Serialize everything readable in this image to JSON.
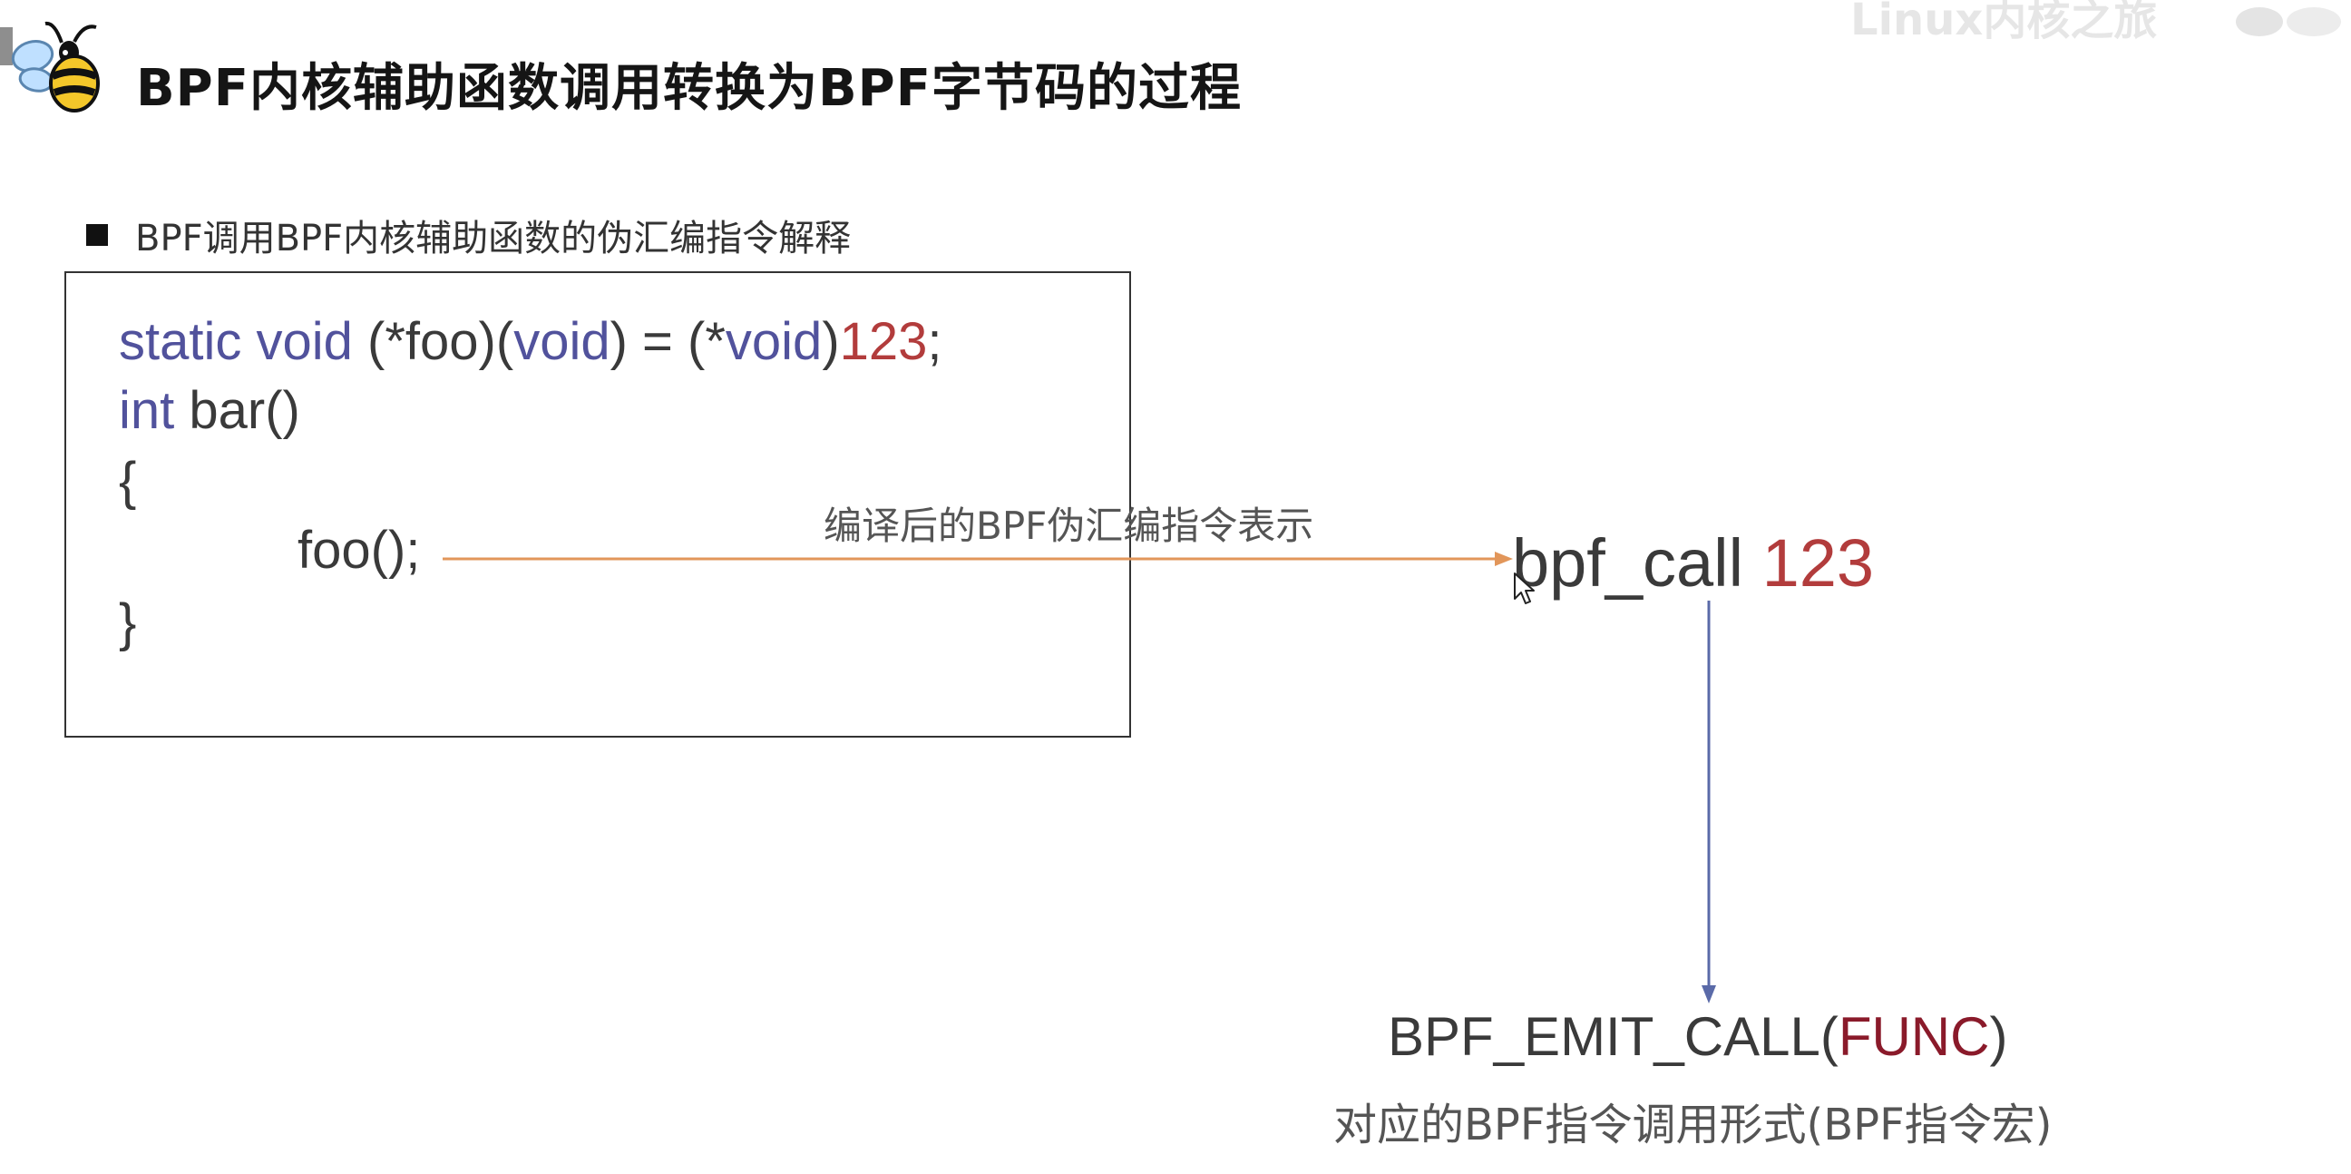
{
  "slide": {
    "title": "BPF内核辅助函数调用转换为BPF字节码的过程",
    "bullet": "BPF调用BPF内核辅助函数的伪汇编指令解释",
    "watermark": "Linux内核之旅"
  },
  "code": {
    "line1": {
      "kw_static": "static",
      "kw_void": "void",
      "decl": "(*foo)(",
      "void_param": "void",
      "assign": ") = (*",
      "void_cast": "void",
      "close": ")",
      "number": "123",
      "semi": ";"
    },
    "line2": {
      "kw_int": "int",
      "rest": "bar()"
    },
    "line3": "{",
    "line4": "foo();",
    "line5": "}"
  },
  "arrow": {
    "caption": "编译后的BPF伪汇编指令表示"
  },
  "bpf_call": {
    "label": "bpf_call",
    "arg": "123"
  },
  "emit_call": {
    "prefix": "BPF_EMIT_CALL(",
    "func": "FUNC",
    "suffix": ")",
    "caption": "对应的BPF指令调用形式(BPF指令宏)"
  },
  "colors": {
    "keyword": "#51529c",
    "number": "#b23c3c",
    "func": "#8a1a2a",
    "arrow_horizontal": "#e2965a",
    "arrow_vertical": "#5a6aa8"
  },
  "icons": {
    "logo": "bee-logo-icon",
    "cursor": "mouse-cursor-icon",
    "bullet": "square-bullet-icon"
  }
}
